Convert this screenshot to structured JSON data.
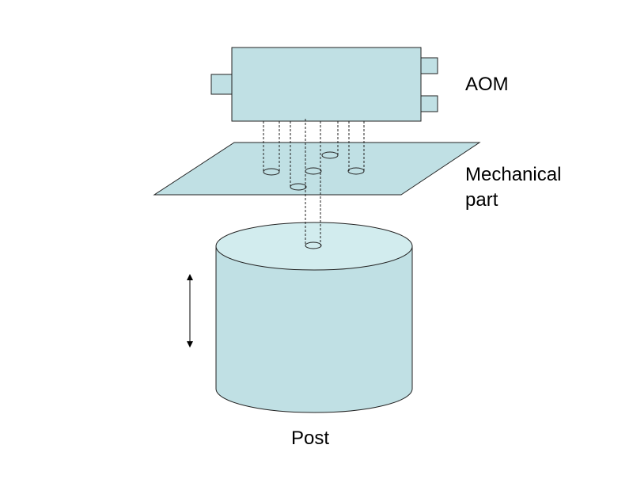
{
  "labels": {
    "aom": "AOM",
    "mechanical_line1": "Mechanical",
    "mechanical_line2": "part",
    "post": "Post"
  },
  "colors": {
    "fill": "#c0e0e4",
    "fill_light": "#d2ecee",
    "stroke": "#222222",
    "background": "#ffffff"
  }
}
